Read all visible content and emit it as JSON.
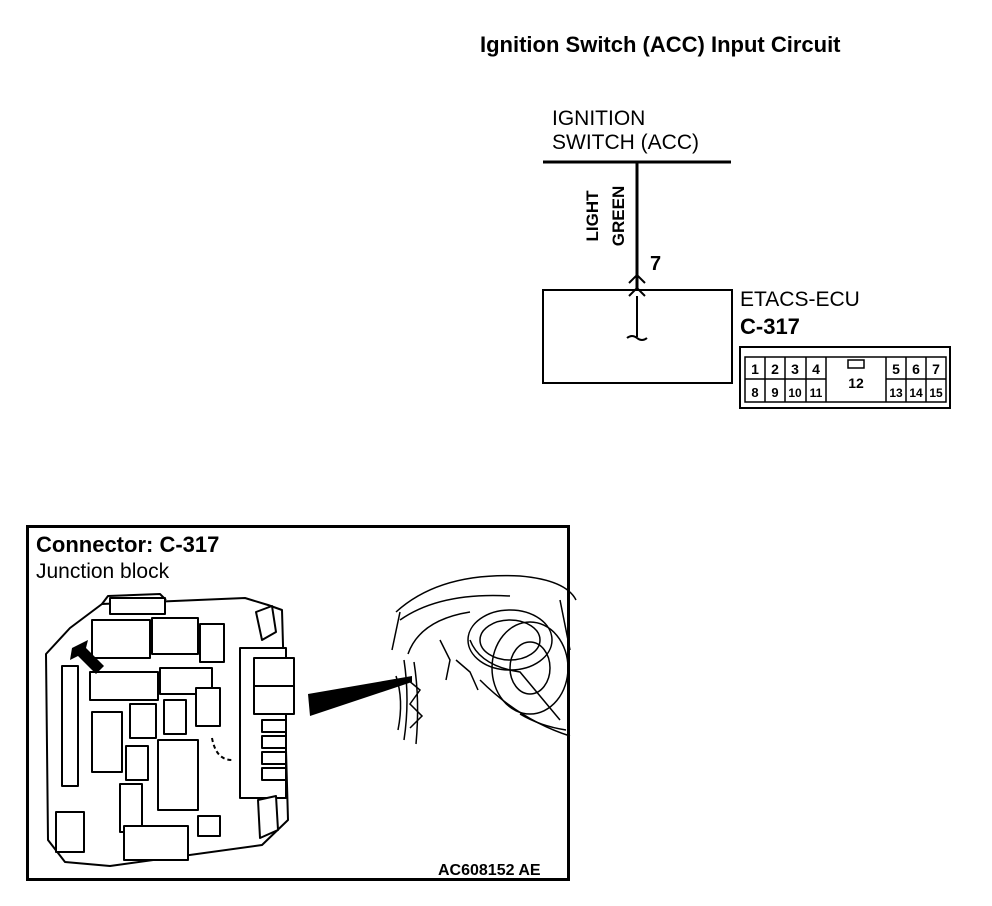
{
  "title": "Ignition Switch (ACC) Input Circuit",
  "circuit": {
    "switch_label_line1": "IGNITION",
    "switch_label_line2": "SWITCH (ACC)",
    "wire_color_line1": "LIGHT",
    "wire_color_line2": "GREEN",
    "pin_number": "7",
    "ecu_name": "ETACS-ECU",
    "ecu_connector": "C-317"
  },
  "connector_face": {
    "top_row": [
      "1",
      "2",
      "3",
      "4",
      "5",
      "6",
      "7"
    ],
    "center_pin": "12",
    "bottom_row": [
      "8",
      "9",
      "10",
      "11",
      "13",
      "14",
      "15"
    ]
  },
  "connector_location": {
    "title": "Connector: C-317",
    "location": "Junction block",
    "figure_code": "AC608152 AE"
  }
}
